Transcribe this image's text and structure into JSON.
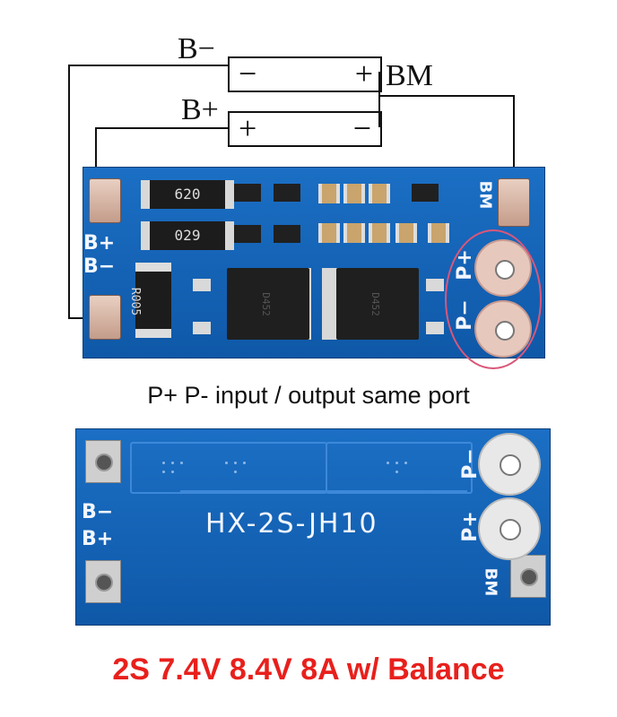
{
  "diagram": {
    "b_minus_label": "B−",
    "b_plus_label": "B+",
    "bm_label": "BM",
    "cell_top": {
      "left_sign": "−",
      "right_sign": "+"
    },
    "cell_bottom": {
      "left_sign": "+",
      "right_sign": "−"
    }
  },
  "board_top": {
    "resistor_1": "620",
    "resistor_2": "029",
    "small_resistor": "R005",
    "mosfet_marking": "D452",
    "labels": {
      "b_plus": "B+",
      "b_minus": "B−",
      "p_plus": "P+",
      "p_minus": "P−",
      "bm": "BM"
    }
  },
  "caption_middle": "P+ P- input / output same port",
  "board_bottom": {
    "model": "HX-2S-JH10",
    "labels": {
      "b_minus": "B−",
      "b_plus": "B+",
      "p_minus": "P−",
      "p_plus": "P+",
      "bm": "BM"
    }
  },
  "caption_bottom": "2S 7.4V 8.4V 8A w/ Balance",
  "colors": {
    "pcb_blue": "#1565c0",
    "caption_red": "#e8201c",
    "highlight_circle": "#d9577a"
  }
}
